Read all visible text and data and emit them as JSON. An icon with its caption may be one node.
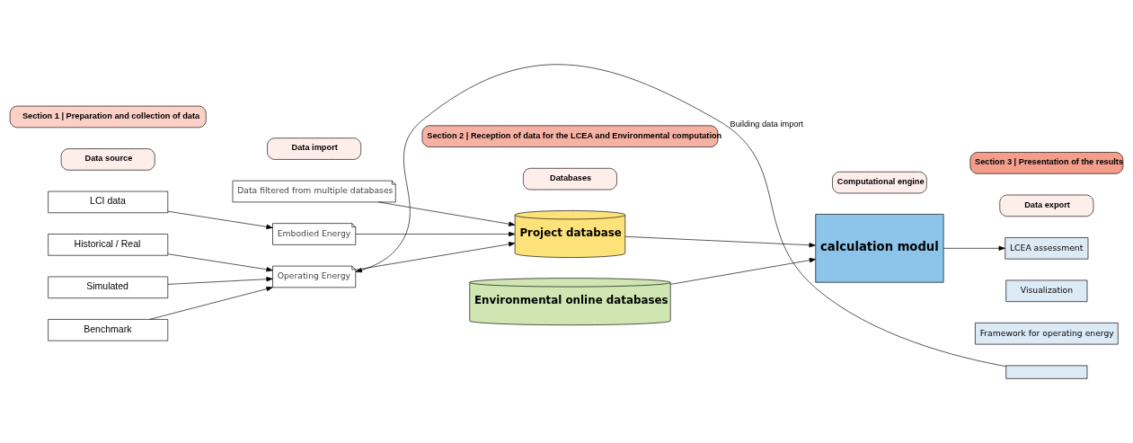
{
  "diagram": {
    "nodes": [
      {
        "text": [
          "Section 1 | Preparation and collection of data"
        ]
      },
      {
        "text": [
          "Section 2 | Reception of data for the LCEA and Environmental computation"
        ]
      },
      {
        "text": [
          "Section 3 | Presentation of the results"
        ]
      },
      {
        "text": [
          "Data source"
        ]
      },
      {
        "text": [
          "Data import"
        ]
      },
      {
        "text": [
          "Databases"
        ]
      },
      {
        "text": [
          "Computational engine"
        ]
      },
      {
        "text": [
          "Data export"
        ]
      },
      {
        "text": [
          "Data filtered from multiple databases"
        ]
      },
      {
        "text": [
          "Embodied Energy"
        ]
      },
      {
        "text": [
          "Operating Energy"
        ]
      },
      {
        "text": [
          "LCI data"
        ]
      },
      {
        "text": [
          "Historical / Real"
        ]
      },
      {
        "text": [
          "Simulated"
        ]
      },
      {
        "text": [
          "Benchmark"
        ]
      },
      {
        "text": [
          "Project database"
        ]
      },
      {
        "text": [
          "Environmental online databases"
        ]
      },
      {
        "text": [
          "calculation modul"
        ]
      },
      {
        "text": [
          "LCEA assessment"
        ]
      },
      {
        "text": [
          "Visualization"
        ]
      },
      {
        "text": [
          "Framework for operating energy"
        ]
      },
      {
        "text": [],
        "shape": "box"
      }
    ],
    "edges": [
      {
        "from": 11,
        "to": 9,
        "arrow": "to"
      },
      {
        "from": 12,
        "to": 10,
        "arrow": "to"
      },
      {
        "from": 13,
        "to": 10,
        "arrow": "to"
      },
      {
        "from": 14,
        "to": 10,
        "arrow": "to"
      },
      {
        "from": 8,
        "to": 15,
        "arrow": "to"
      },
      {
        "from": 9,
        "to": 15,
        "arrow": "to"
      },
      {
        "from": 10,
        "to": 15,
        "arrow": "to"
      },
      {
        "from": 15,
        "to": 17,
        "arrow": "to"
      },
      {
        "from": 16,
        "to": 17,
        "arrow": "to"
      },
      {
        "from": 17,
        "to": 18,
        "arrow": "to"
      },
      {
        "from": 21,
        "to": 10,
        "arrow": "to",
        "label": "Building data import"
      }
    ]
  }
}
